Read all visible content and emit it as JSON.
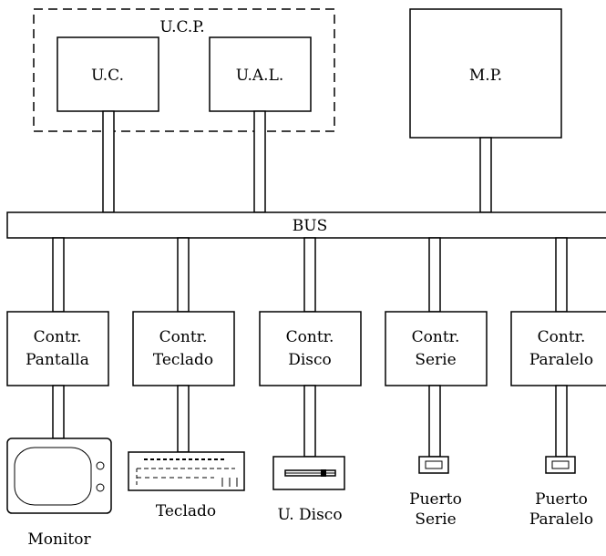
{
  "cpu": {
    "label": "U.C.P.",
    "control_unit": "U.C.",
    "alu": "U.A.L."
  },
  "memory": {
    "label": "M.P."
  },
  "bus": {
    "label": "BUS"
  },
  "controllers": [
    {
      "line1": "Contr.",
      "line2": "Pantalla"
    },
    {
      "line1": "Contr.",
      "line2": "Teclado"
    },
    {
      "line1": "Contr.",
      "line2": "Disco"
    },
    {
      "line1": "Contr.",
      "line2": "Serie"
    },
    {
      "line1": "Contr.",
      "line2": "Paralelo"
    }
  ],
  "devices": {
    "monitor": "Monitor",
    "keyboard": "Teclado",
    "disk": "U. Disco",
    "serial": {
      "line1": "Puerto",
      "line2": "Serie"
    },
    "parallel": {
      "line1": "Puerto",
      "line2": "Paralelo"
    }
  }
}
